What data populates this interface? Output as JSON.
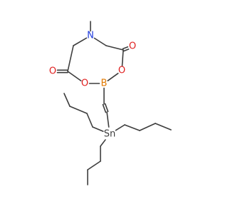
{
  "molecule": {
    "colors": {
      "bond": "#3d3d3d",
      "N": "#1f3bdc",
      "O": "#e02020",
      "B": "#e07800",
      "Sn": "#3d3d3d",
      "background": "#ffffff"
    },
    "atoms": [
      {
        "id": "me",
        "symbol": "",
        "label": ""
      },
      {
        "id": "n",
        "symbol": "N",
        "label": "N"
      },
      {
        "id": "c1",
        "symbol": "",
        "label": ""
      },
      {
        "id": "c2",
        "symbol": "",
        "label": ""
      },
      {
        "id": "c3",
        "symbol": "",
        "label": ""
      },
      {
        "id": "o1",
        "symbol": "O",
        "label": "O"
      },
      {
        "id": "c4",
        "symbol": "",
        "label": ""
      },
      {
        "id": "o2",
        "symbol": "O",
        "label": "O"
      },
      {
        "id": "b",
        "symbol": "B",
        "label": "B"
      },
      {
        "id": "o3",
        "symbol": "O",
        "label": "O"
      },
      {
        "id": "o4",
        "symbol": "O",
        "label": "O"
      },
      {
        "id": "v1",
        "symbol": "",
        "label": ""
      },
      {
        "id": "v2",
        "symbol": "",
        "label": ""
      },
      {
        "id": "sn",
        "symbol": "Sn",
        "label": "Sn"
      },
      {
        "id": "a1",
        "symbol": "",
        "label": ""
      },
      {
        "id": "a2",
        "symbol": "",
        "label": ""
      },
      {
        "id": "a3",
        "symbol": "",
        "label": ""
      },
      {
        "id": "a4",
        "symbol": "",
        "label": ""
      },
      {
        "id": "r1",
        "symbol": "",
        "label": ""
      },
      {
        "id": "r2",
        "symbol": "",
        "label": ""
      },
      {
        "id": "r3",
        "symbol": "",
        "label": ""
      },
      {
        "id": "r4",
        "symbol": "",
        "label": ""
      },
      {
        "id": "d1",
        "symbol": "",
        "label": ""
      },
      {
        "id": "d2",
        "symbol": "",
        "label": ""
      },
      {
        "id": "d3",
        "symbol": "",
        "label": ""
      },
      {
        "id": "d4",
        "symbol": "",
        "label": ""
      }
    ],
    "bonds": [
      {
        "from": "n",
        "to": "me",
        "order": 1
      },
      {
        "from": "n",
        "to": "c1",
        "order": 1
      },
      {
        "from": "n",
        "to": "c2",
        "order": 1
      },
      {
        "from": "c2",
        "to": "c3",
        "order": 1
      },
      {
        "from": "c3",
        "to": "o1",
        "order": 2
      },
      {
        "from": "c3",
        "to": "o2",
        "order": 1
      },
      {
        "from": "o2",
        "to": "b",
        "order": 1
      },
      {
        "from": "b",
        "to": "o3",
        "order": 1
      },
      {
        "from": "o3",
        "to": "c4",
        "order": 1
      },
      {
        "from": "c4",
        "to": "o4",
        "order": 2
      },
      {
        "from": "c4",
        "to": "c1",
        "order": 1
      },
      {
        "from": "b",
        "to": "v1",
        "order": 1
      },
      {
        "from": "v1",
        "to": "v2",
        "order": 2
      },
      {
        "from": "v2",
        "to": "sn",
        "order": 1
      },
      {
        "from": "sn",
        "to": "a1",
        "order": 1
      },
      {
        "from": "a1",
        "to": "a2",
        "order": 1
      },
      {
        "from": "a2",
        "to": "a3",
        "order": 1
      },
      {
        "from": "a3",
        "to": "a4",
        "order": 1
      },
      {
        "from": "sn",
        "to": "r1",
        "order": 1
      },
      {
        "from": "r1",
        "to": "r2",
        "order": 1
      },
      {
        "from": "r2",
        "to": "r3",
        "order": 1
      },
      {
        "from": "r3",
        "to": "r4",
        "order": 1
      },
      {
        "from": "sn",
        "to": "d1",
        "order": 1
      },
      {
        "from": "d1",
        "to": "d2",
        "order": 1
      },
      {
        "from": "d2",
        "to": "d3",
        "order": 1
      },
      {
        "from": "d3",
        "to": "d4",
        "order": 1
      }
    ]
  }
}
